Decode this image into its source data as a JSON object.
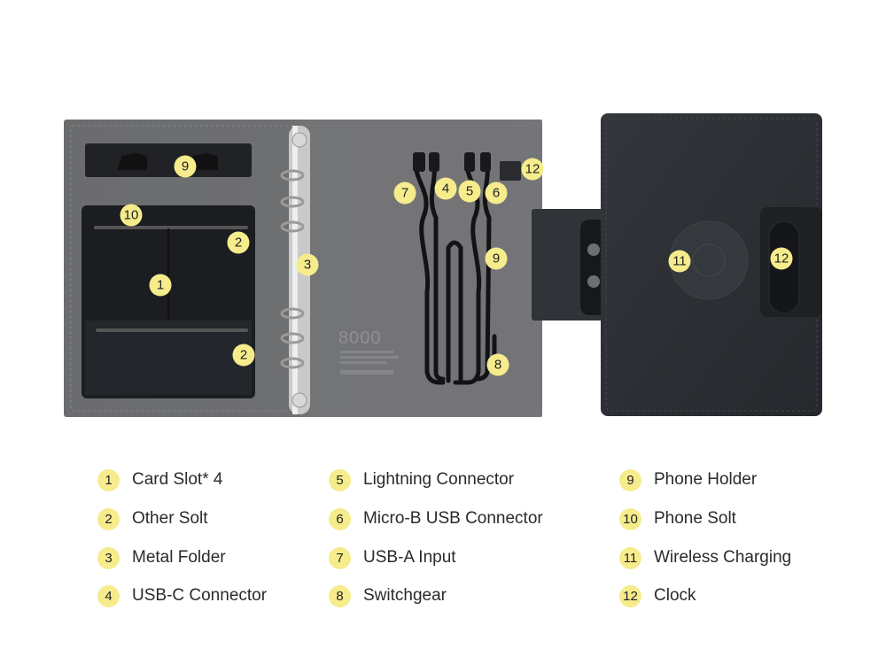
{
  "product_photo": {
    "power_bank_text": "8000",
    "markers": [
      "9",
      "10",
      "2",
      "1",
      "2",
      "3",
      "7",
      "4",
      "5",
      "6",
      "12",
      "9",
      "8",
      "11",
      "12"
    ]
  },
  "legend": [
    {
      "num": "1",
      "label": "Card Slot* 4"
    },
    {
      "num": "2",
      "label": "Other Solt"
    },
    {
      "num": "3",
      "label": "Metal Folder"
    },
    {
      "num": "4",
      "label": "USB-C Connector"
    },
    {
      "num": "5",
      "label": "Lightning Connector"
    },
    {
      "num": "6",
      "label": "Micro-B USB Connector"
    },
    {
      "num": "7",
      "label": "USB-A Input"
    },
    {
      "num": "8",
      "label": "Switchgear"
    },
    {
      "num": "9",
      "label": "Phone Holder"
    },
    {
      "num": "10",
      "label": "Phone Solt"
    },
    {
      "num": "11",
      "label": "Wireless Charging"
    },
    {
      "num": "12",
      "label": "Clock"
    }
  ],
  "colors": {
    "marker": "#f6ec8c",
    "cover": "#2e3136",
    "inner": "#6d6e70"
  }
}
